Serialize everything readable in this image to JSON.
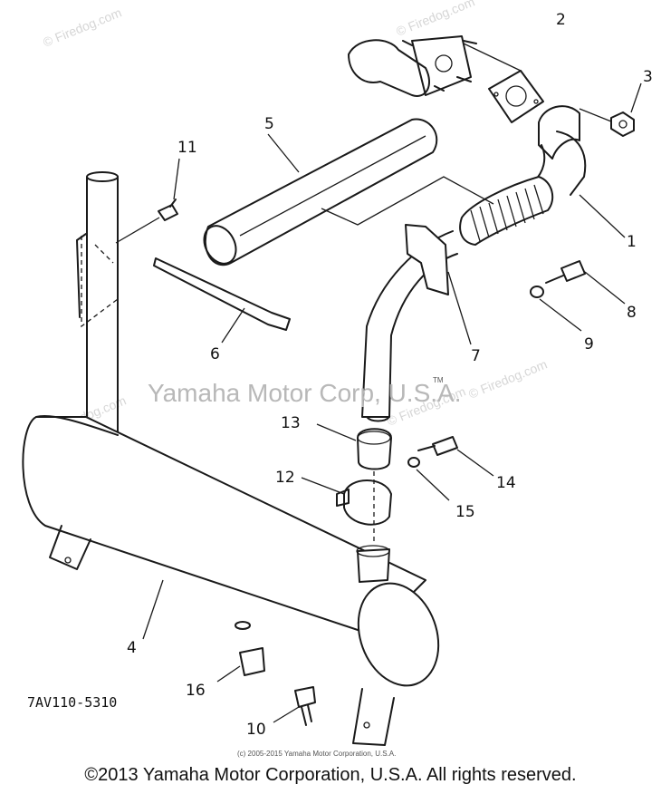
{
  "watermarks": {
    "center": "Yamaha Motor Corp, U.S.A.",
    "tm": "TM",
    "firedog_1": "© Firedog.com",
    "firedog_2": "© Firedog.com",
    "firedog_3": "© Firedog.com",
    "firedog_4": "© Firedog.com",
    "firedog_5": "© Firedog.com"
  },
  "diagram_id": "7AV110-5310",
  "small_copyright": "(c) 2005-2015 Yamaha Motor Corporation, U.S.A.",
  "copyright": "©2013 Yamaha Motor Corporation, U.S.A. All rights reserved.",
  "callouts": {
    "c1": "1",
    "c2": "2",
    "c3": "3",
    "c4": "4",
    "c5": "5",
    "c6": "6",
    "c7": "7",
    "c8": "8",
    "c9": "9",
    "c10": "10",
    "c11": "11",
    "c12": "12",
    "c13": "13",
    "c14": "14",
    "c15": "15",
    "c16": "16"
  }
}
